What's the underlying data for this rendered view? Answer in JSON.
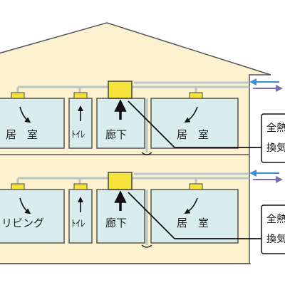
{
  "floors": [
    {
      "id": "upper",
      "rooms": [
        {
          "key": "room-left",
          "label": "居　室"
        },
        {
          "key": "toilet",
          "label": "ﾄｲﾚ"
        },
        {
          "key": "hallway",
          "label": "廊下"
        },
        {
          "key": "room-right",
          "label": "居　室"
        }
      ],
      "callout": {
        "line1": "全熱",
        "line2": "換気"
      }
    },
    {
      "id": "lower",
      "rooms": [
        {
          "key": "living",
          "label": "リビング"
        },
        {
          "key": "toilet",
          "label": "ﾄｲﾚ"
        },
        {
          "key": "hallway",
          "label": "廊下"
        },
        {
          "key": "room-right",
          "label": "居　室"
        }
      ],
      "callout": {
        "line1": "全熱",
        "line2": "換気"
      }
    }
  ],
  "colors": {
    "house_fill": "#fdf2d0",
    "room_fill": "#d9eeec",
    "duct": "#b7c7c7",
    "unit_fill": "#f6e33a",
    "outline": "#444444",
    "supply_arrow": "#3a8fd6",
    "exhaust_arrow": "#7b6fae"
  },
  "icons": [
    "ceiling-vent-icon",
    "ventilation-unit-icon",
    "airflow-arrow-icon",
    "supply-air-arrow-icon",
    "exhaust-air-arrow-icon"
  ]
}
